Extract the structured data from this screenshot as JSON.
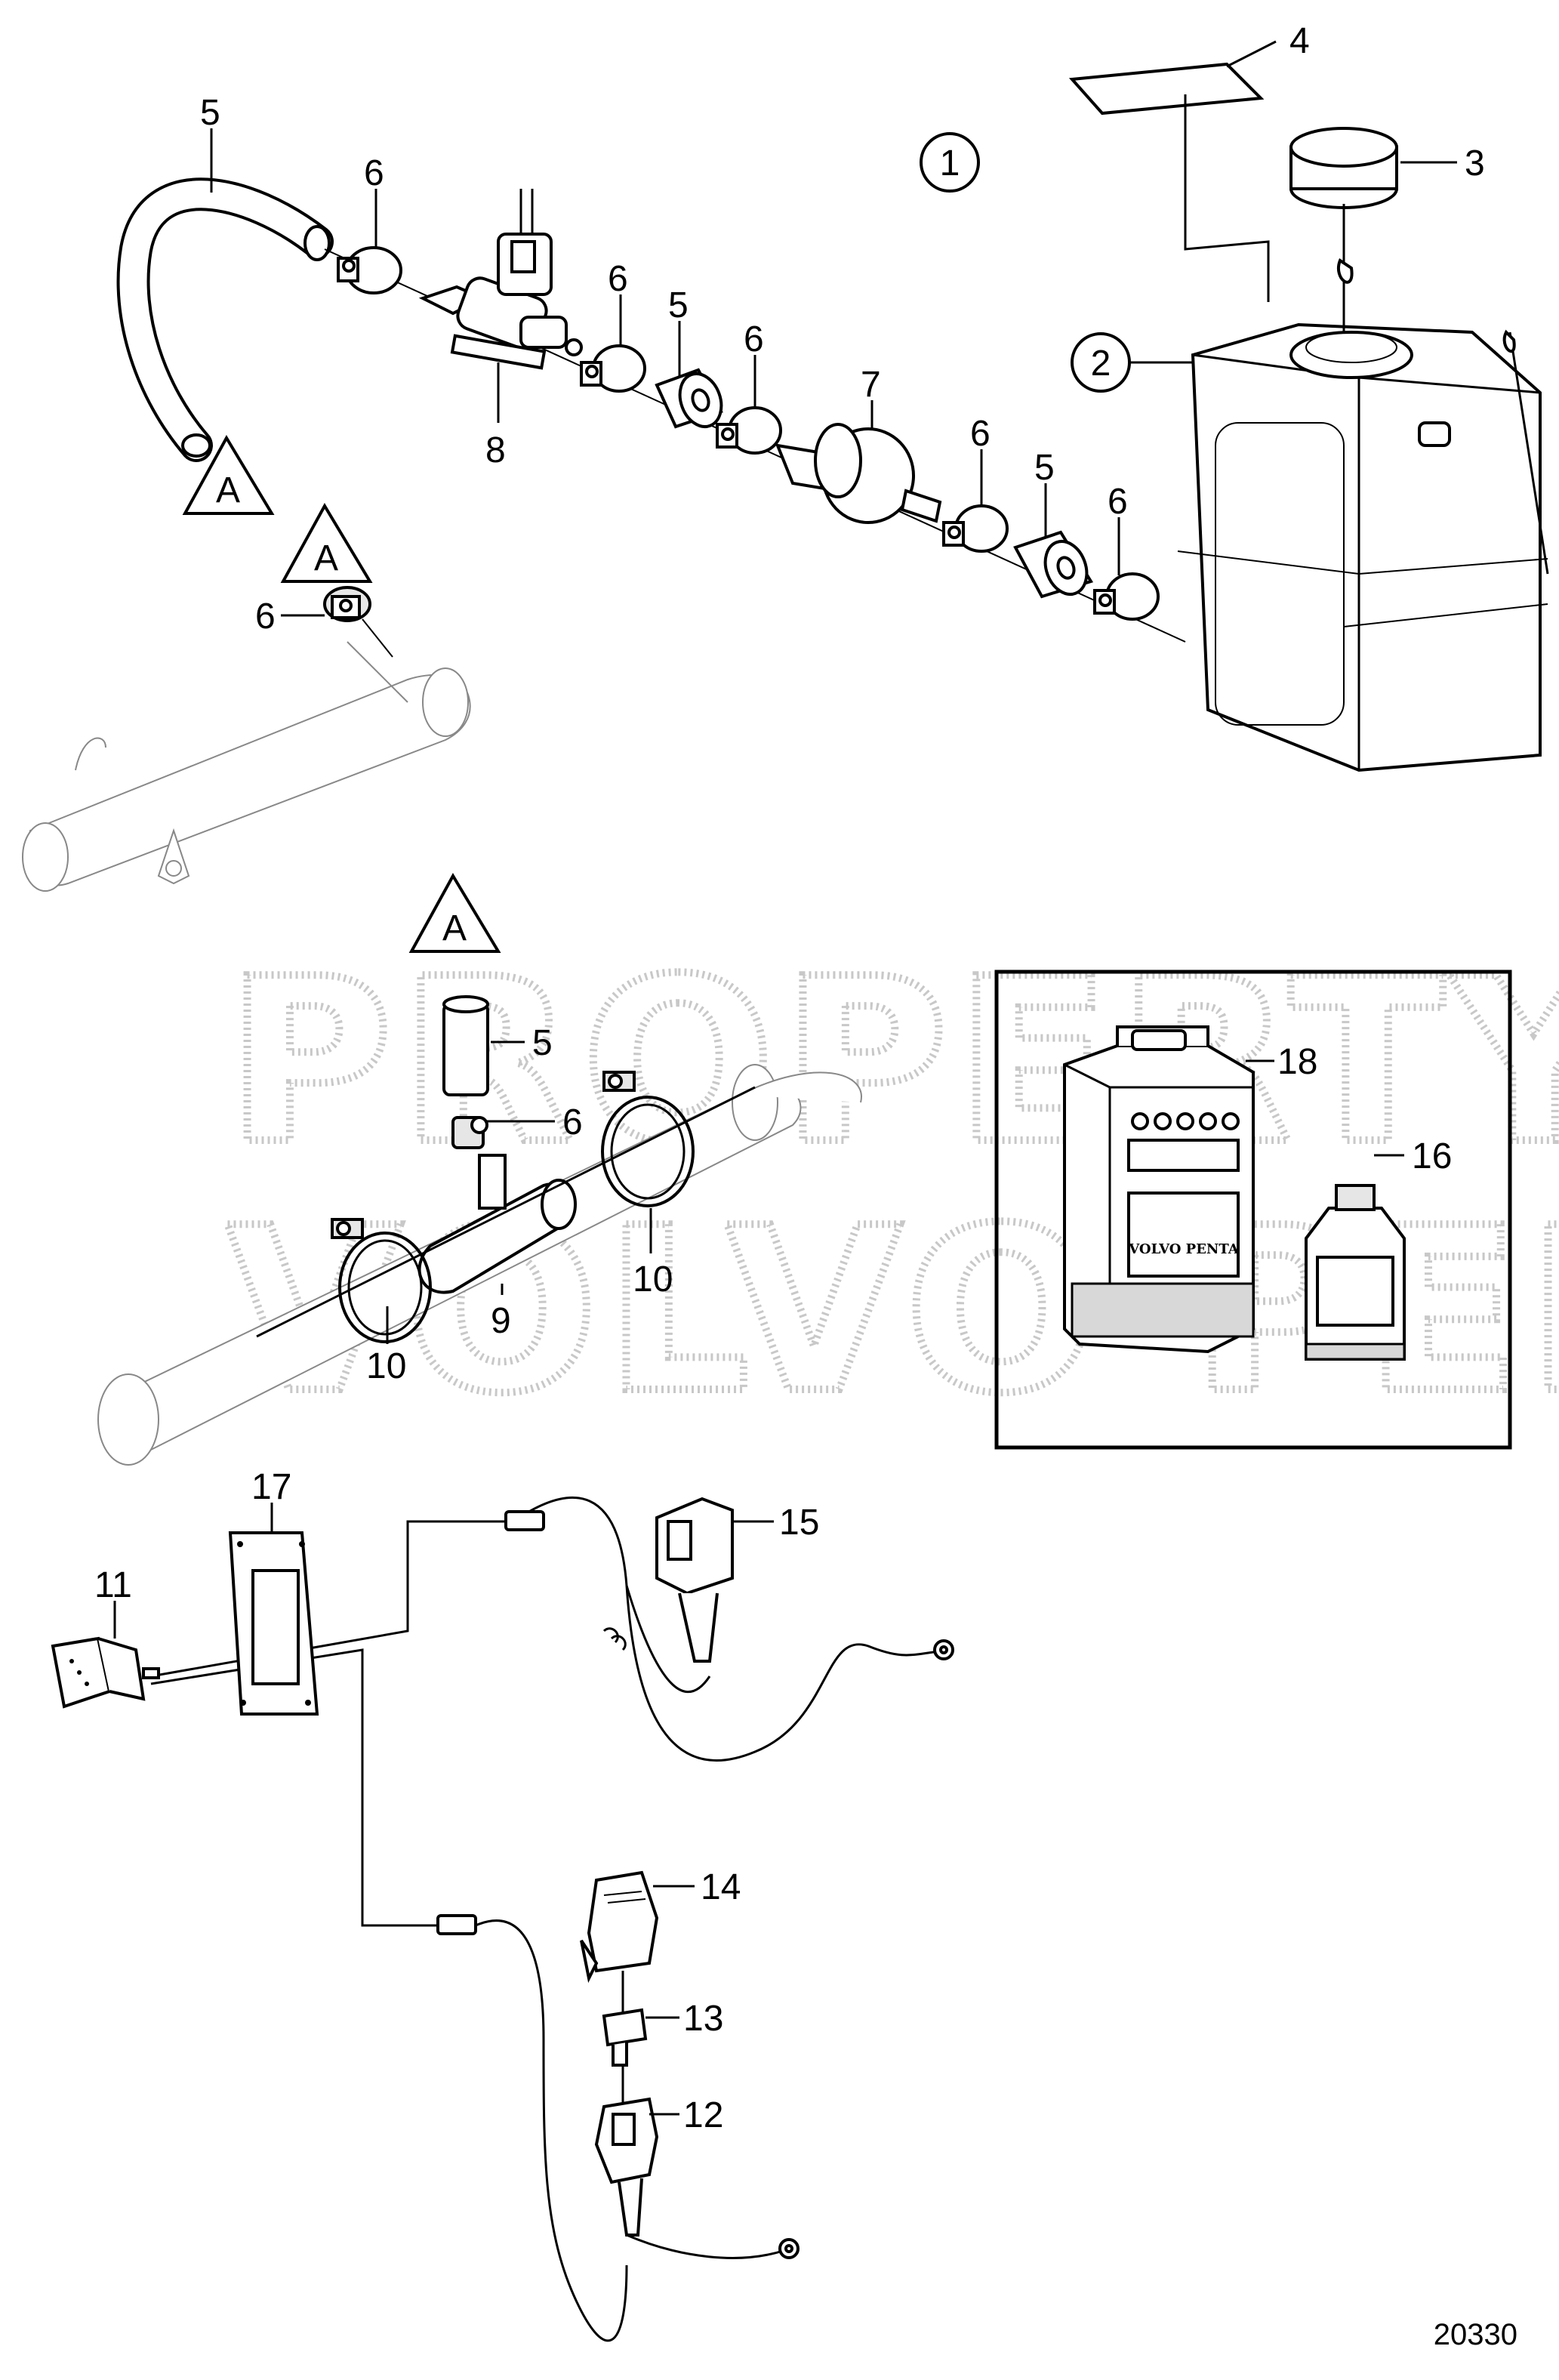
{
  "watermark": {
    "line1": "PROPERTY OF",
    "line2": "VOLVO PENTA"
  },
  "figure_number": "20330",
  "section_marker": "A",
  "kit_circles": [
    "1",
    "2"
  ],
  "callouts": {
    "c3": "3",
    "c4": "4",
    "c5": "5",
    "c6": "6",
    "c7": "7",
    "c8": "8",
    "c9": "9",
    "c10": "10",
    "c11": "11",
    "c12": "12",
    "c13": "13",
    "c14": "14",
    "c15": "15",
    "c16": "16",
    "c17": "17",
    "c18": "18"
  },
  "brand_label": "VOLVO PENTA"
}
